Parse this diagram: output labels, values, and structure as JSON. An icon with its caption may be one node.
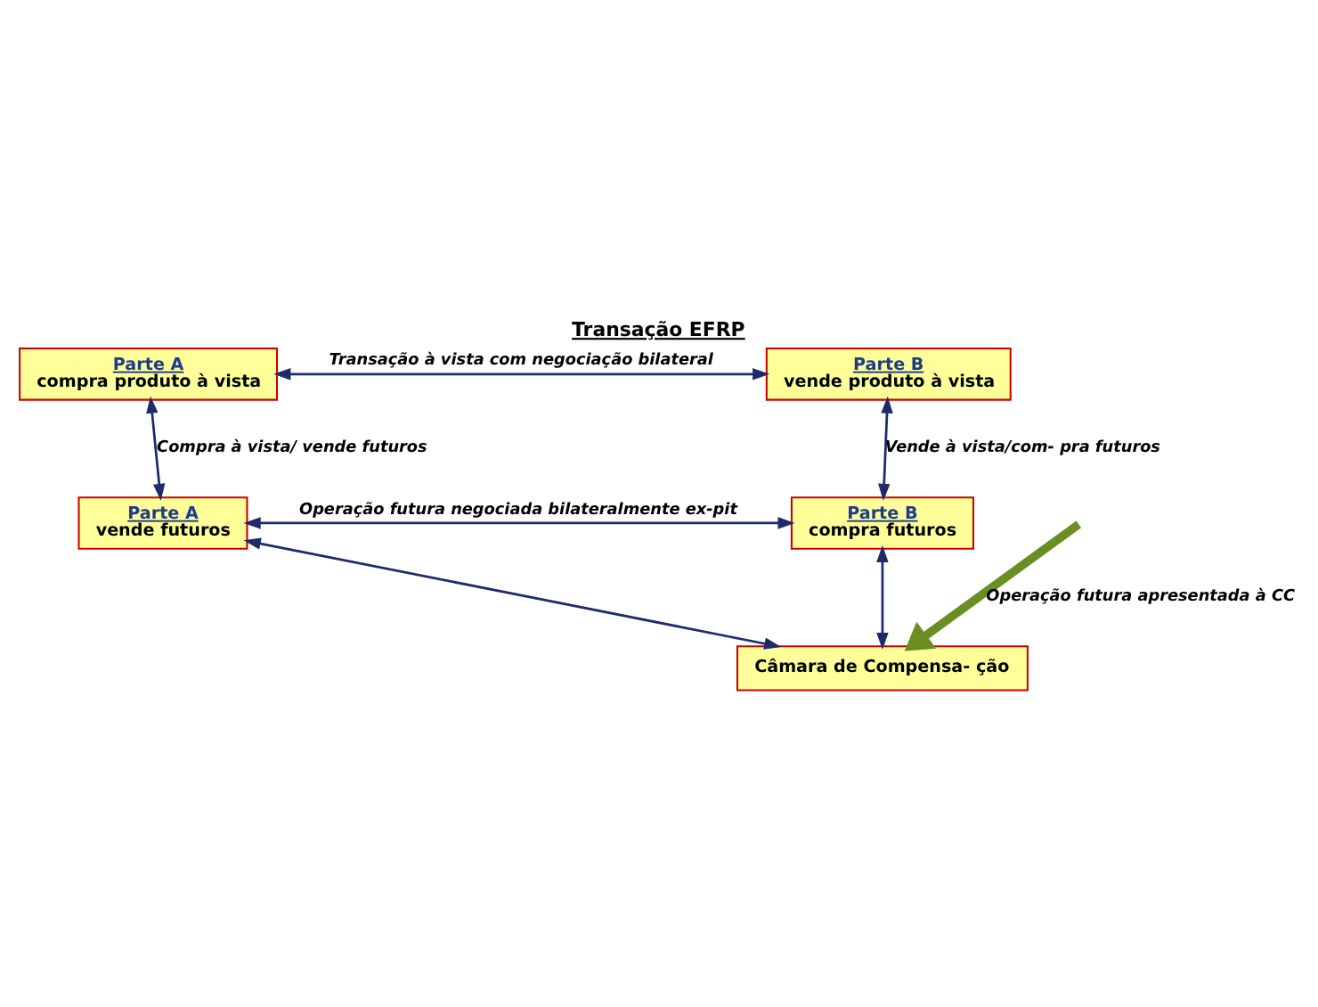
{
  "diagram": {
    "title": "Transação EFRP",
    "nodes": [
      {
        "text": [
          "Parte A",
          "compra produto à vista"
        ]
      },
      {
        "text": [
          "Parte B",
          "vende produto à vista"
        ]
      },
      {
        "text": [
          "Parte A",
          "vende futuros"
        ]
      },
      {
        "text": [
          "Parte B",
          "compra futuros"
        ]
      },
      {
        "text": [
          "Câmara de Compensa- ção"
        ]
      }
    ],
    "edges": [
      {
        "from": 0,
        "to": 1,
        "arrow": "both",
        "label": "Transação à vista com negociação bilateral"
      },
      {
        "from": 0,
        "to": 2,
        "arrow": "both",
        "label": "Compra à vista/ vende futuros"
      },
      {
        "from": 1,
        "to": 3,
        "arrow": "both",
        "label": "Vende à vista/com- pra futuros"
      },
      {
        "from": 2,
        "to": 3,
        "arrow": "both",
        "label": "Operação futura negociada bilateralmente ex-pit"
      },
      {
        "from": null,
        "to": 4,
        "arrow": "to",
        "label": "Operação futura apresentada à CC",
        "style": "thick",
        "color": "#6b8e23"
      },
      {
        "from": 2,
        "to": 4,
        "arrow": "both"
      },
      {
        "from": 3,
        "to": 4,
        "arrow": "both"
      }
    ]
  }
}
